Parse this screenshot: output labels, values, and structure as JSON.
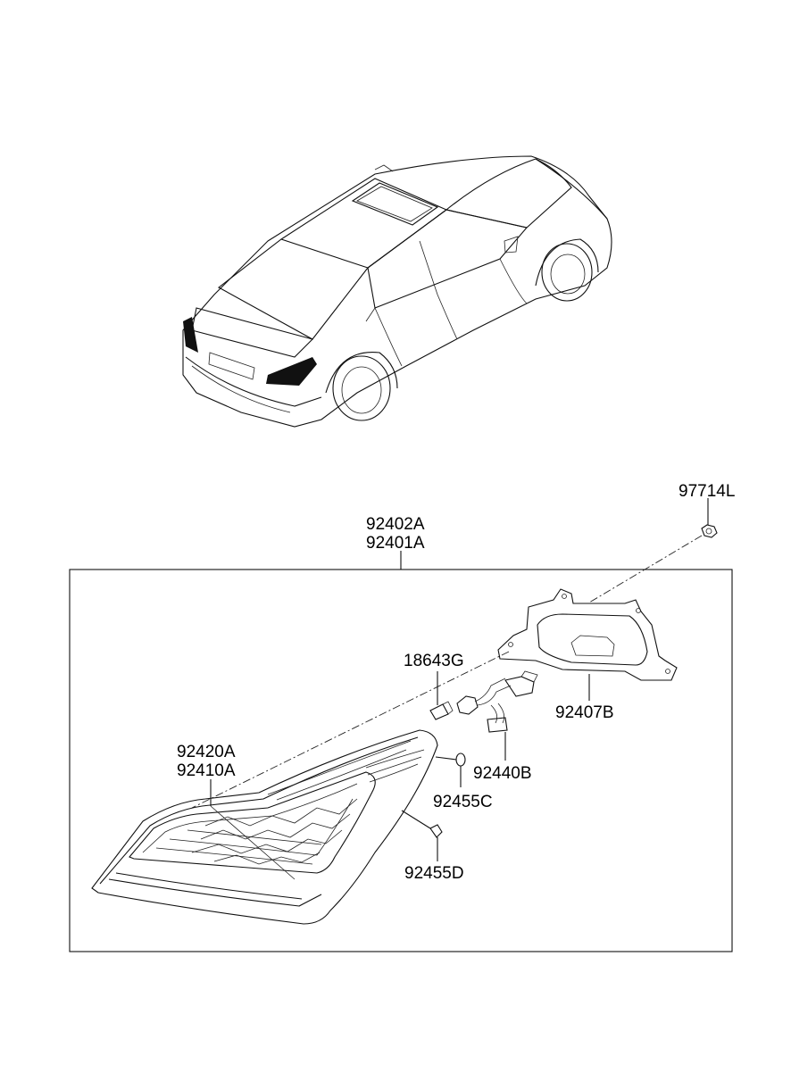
{
  "labels": {
    "assembly_line1": "92402A",
    "assembly_line2": "92401A",
    "nut": "97714L",
    "bulb": "18643G",
    "gasket": "92407B",
    "lens_line1": "92420A",
    "lens_line2": "92410A",
    "socket_wiring": "92440B",
    "clip_c": "92455C",
    "clip_d": "92455D"
  }
}
